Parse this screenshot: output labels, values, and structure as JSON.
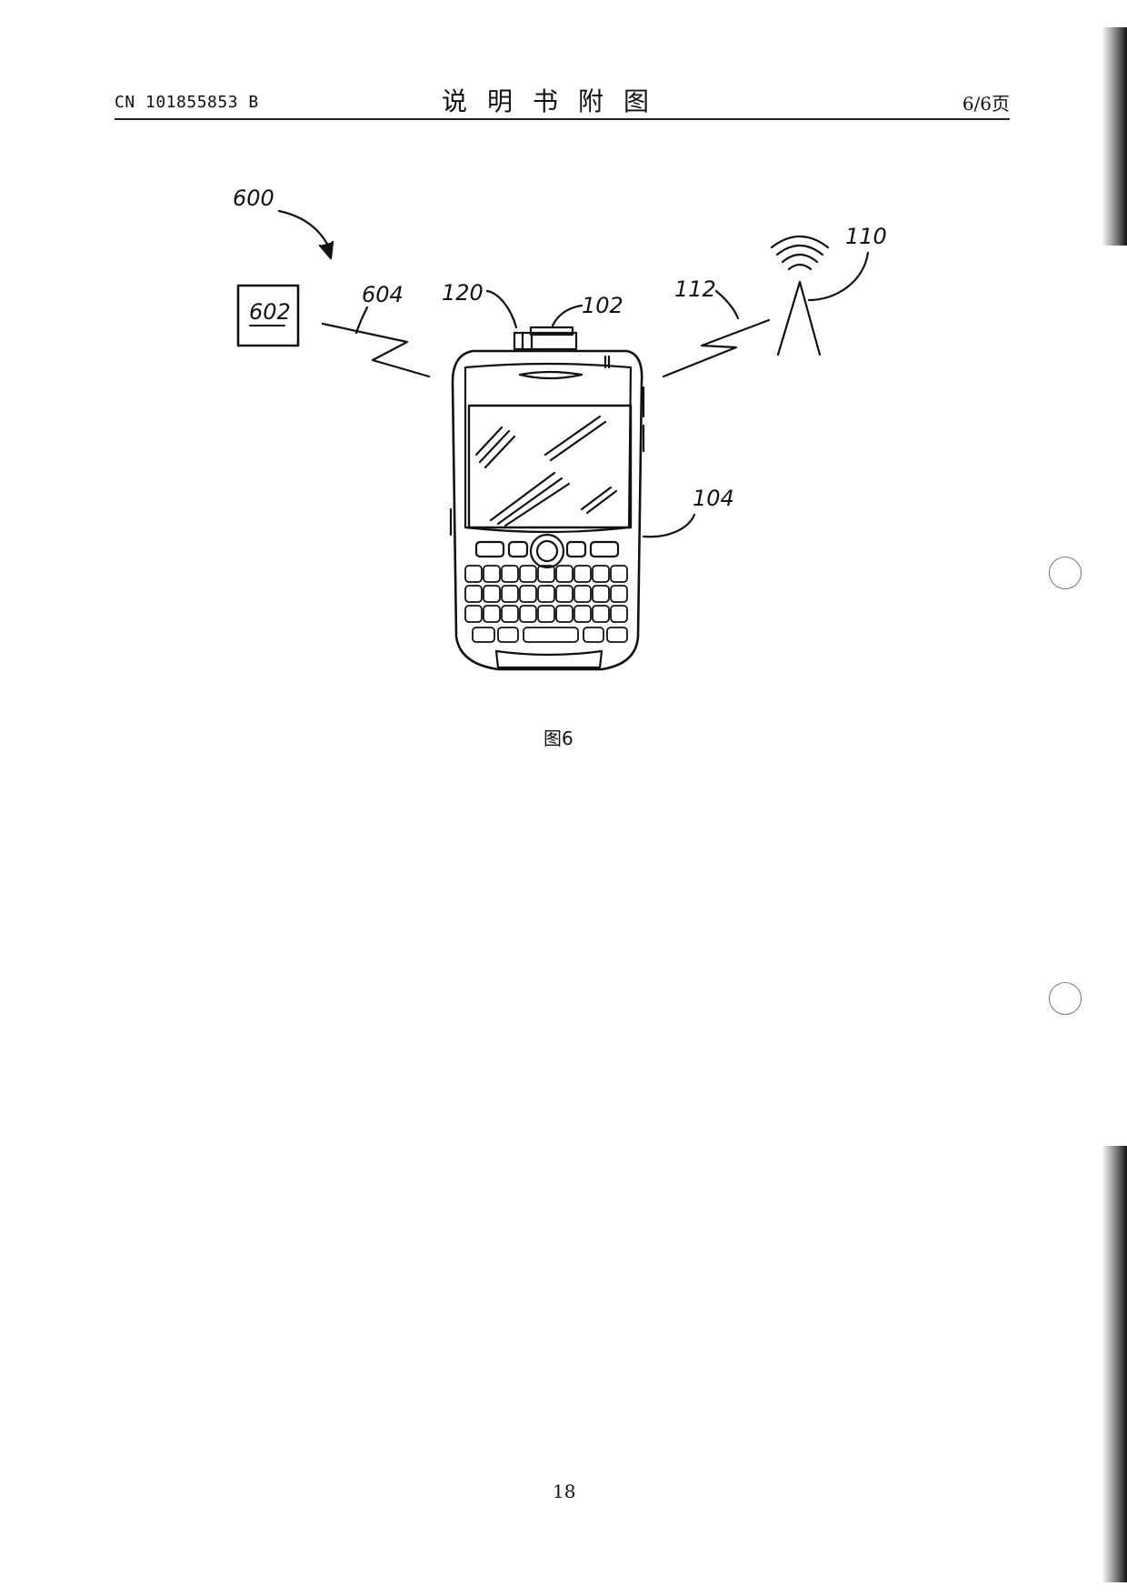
{
  "header": {
    "doc_number": "CN 101855853 B",
    "title": "说明书附图",
    "page_of": "6/6页"
  },
  "figure": {
    "caption": "图6",
    "labels": {
      "system": "600",
      "device_box": "602",
      "link_device": "604",
      "connector": "120",
      "accessory": "102",
      "link_tower": "112",
      "tower": "110",
      "phone": "104"
    }
  },
  "footer": {
    "page_number": "18"
  }
}
